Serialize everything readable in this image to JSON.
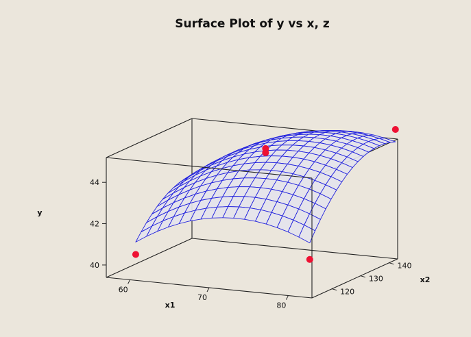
{
  "chart_data": {
    "type": "surface",
    "title": "Surface Plot of y vs x, z",
    "xlabel": "x1",
    "ylabel": "x2",
    "zlabel": "y",
    "x_ticks": [
      "60",
      "70",
      "80"
    ],
    "y_ticks": [
      "120",
      "130",
      "140"
    ],
    "z_ticks": [
      "40",
      "42",
      "44"
    ],
    "x_range": [
      57,
      83
    ],
    "y_range": [
      113,
      143
    ],
    "z_range": [
      39.4,
      45.2
    ],
    "points": [
      {
        "x1": 60,
        "x2": 115,
        "y": 40.5
      },
      {
        "x1": 82,
        "x2": 115,
        "y": 41.1
      },
      {
        "x1": 82,
        "x2": 145,
        "y": 45.5
      },
      {
        "x1": 71,
        "x2": 130,
        "y": 45.1
      },
      {
        "x1": 71,
        "x2": 130,
        "y": 44.9
      }
    ],
    "colors": {
      "background": "#ebe6dc",
      "surface_fill": "#e4e4ec",
      "mesh": "#2222dd",
      "points": "#ee1133",
      "box": "#222222"
    }
  }
}
